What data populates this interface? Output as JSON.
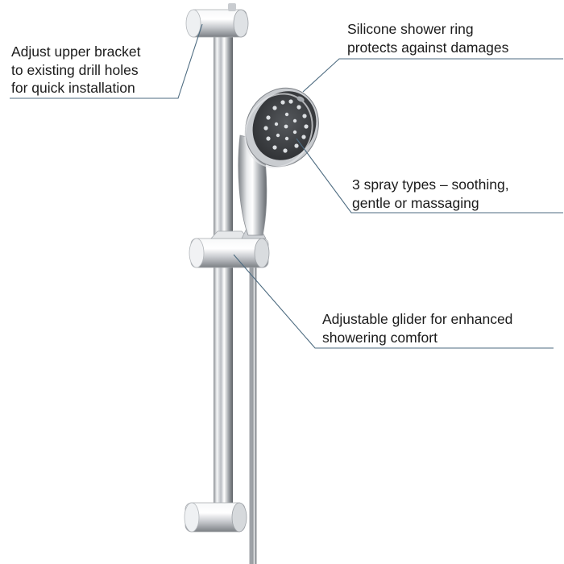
{
  "callouts": {
    "bracket": {
      "lines": [
        "Adjust upper bracket",
        "to existing drill holes",
        "for quick installation"
      ]
    },
    "ring": {
      "lines": [
        "Silicone shower ring",
        "protects against damages"
      ]
    },
    "spray": {
      "lines": [
        "3 spray types – soothing,",
        "gentle or massaging"
      ]
    },
    "glider": {
      "lines": [
        "Adjustable glider for enhanced",
        "showering comfort"
      ]
    }
  },
  "colors": {
    "background": "#ffffff",
    "text": "#1b1b1b",
    "leader_line": "#4d6b80",
    "chrome_dark": "#6f7378",
    "chrome_light": "#f4f5f6",
    "spray_face": "#3b3d40"
  }
}
